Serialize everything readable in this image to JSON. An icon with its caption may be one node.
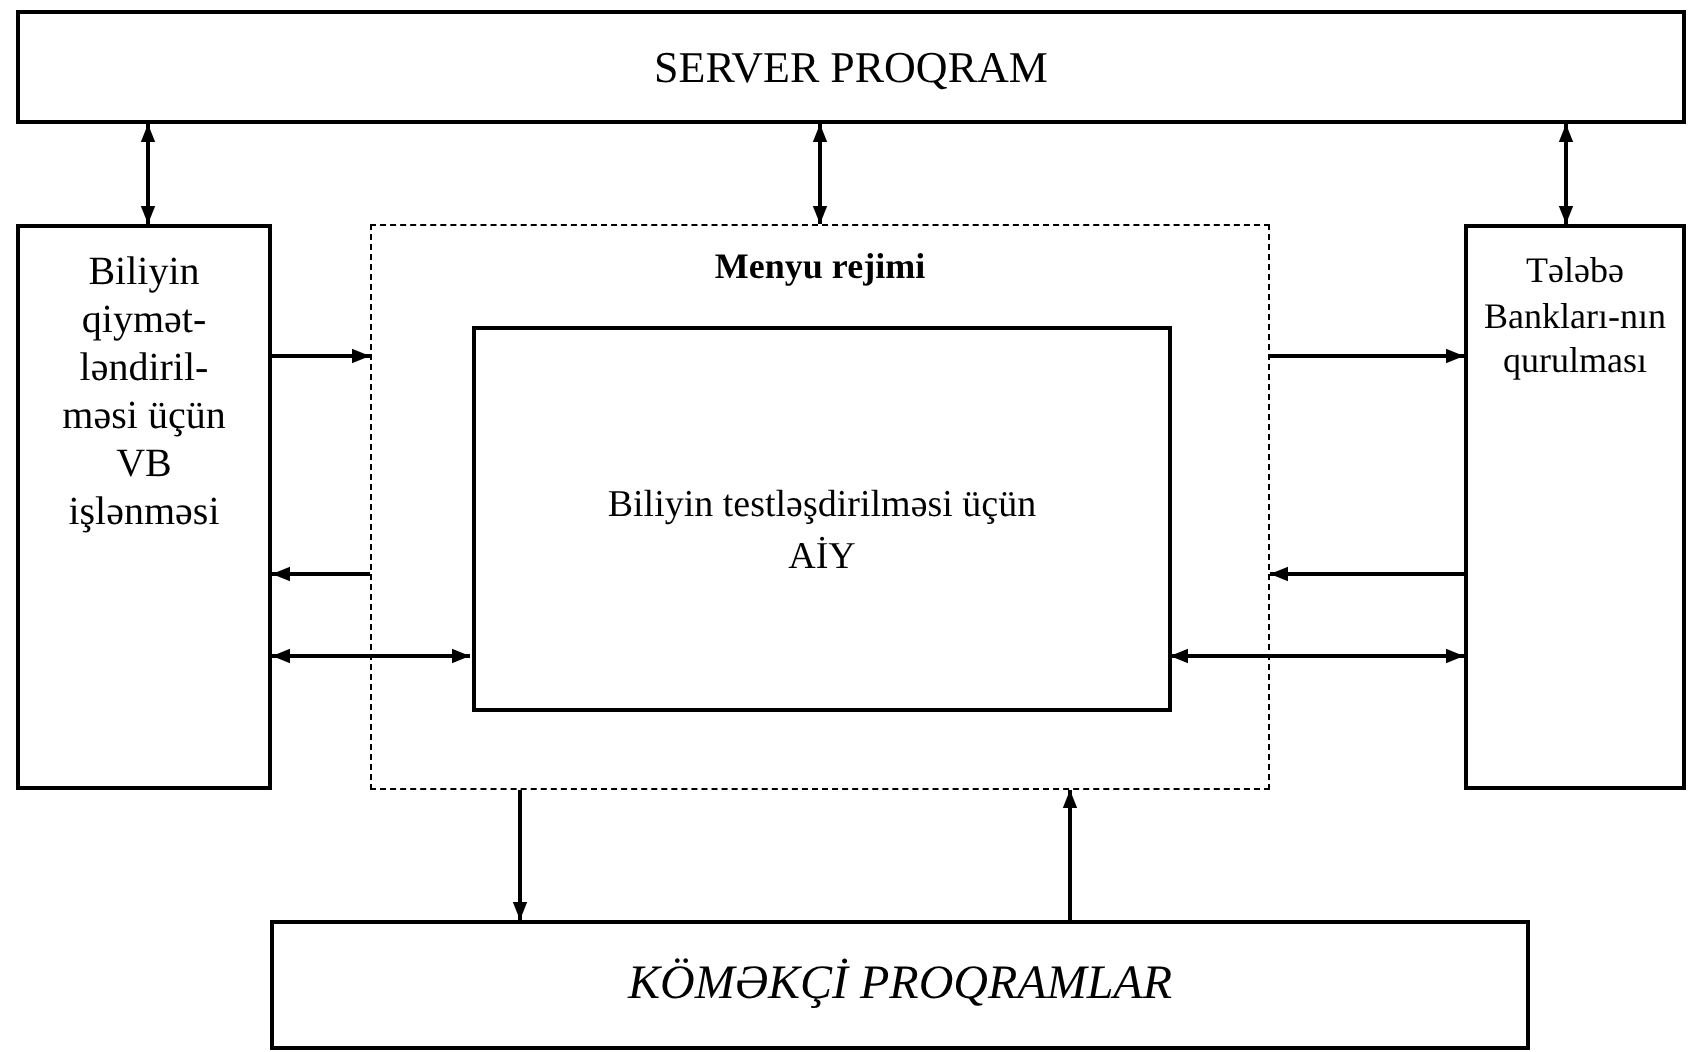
{
  "diagram": {
    "nodes": [
      {
        "text": [
          "SERVER PROQRAM"
        ]
      },
      {
        "text": [
          "Biliyin qiymət-ləndiril-məsi üçün VB işlənməsi"
        ]
      },
      {
        "text": [
          "Menyu rejimi"
        ]
      },
      {
        "text": [
          "Biliyin testləşdirilməsi üçün AİY"
        ],
        "in": 2
      },
      {
        "text": [
          "Tələbə Bankları-nın qurulması"
        ]
      },
      {
        "text": [
          "KÖMƏKÇİ PROQRAMLAR"
        ]
      }
    ],
    "edges": [
      {
        "from": 0,
        "to": 1,
        "arrow": "both"
      },
      {
        "from": 0,
        "to": 2,
        "arrow": "both"
      },
      {
        "from": 0,
        "to": 4,
        "arrow": "both"
      },
      {
        "from": 1,
        "to": 2,
        "arrow": "to"
      },
      {
        "from": 2,
        "to": 1,
        "arrow": "to"
      },
      {
        "from": 1,
        "to": 3,
        "arrow": "both"
      },
      {
        "from": 2,
        "to": 4,
        "arrow": "to"
      },
      {
        "from": 4,
        "to": 2,
        "arrow": "to"
      },
      {
        "from": 3,
        "to": 4,
        "arrow": "both"
      },
      {
        "from": 2,
        "to": 5,
        "arrow": "to"
      },
      {
        "from": 5,
        "to": 2,
        "arrow": "to"
      }
    ]
  }
}
